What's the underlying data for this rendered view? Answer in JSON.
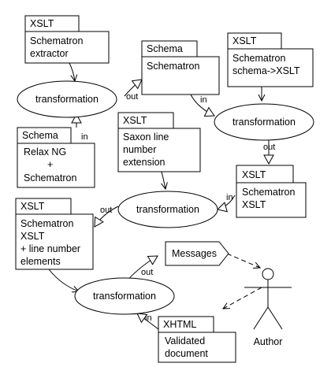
{
  "diagram": {
    "nodes": [
      {
        "id": "xslt-extractor",
        "tab": "XSLT",
        "lines": [
          "Schematron",
          "extractor"
        ]
      },
      {
        "id": "schema-schematron",
        "tab": "Schema",
        "lines": [
          "Schematron"
        ]
      },
      {
        "id": "xslt-schema2xslt",
        "tab": "XSLT",
        "lines": [
          "Schematron",
          "schema->XSLT"
        ]
      },
      {
        "id": "schema-relaxng",
        "tab": "Schema",
        "lines": [
          "Relax NG",
          "+",
          "Schematron"
        ]
      },
      {
        "id": "xslt-saxon",
        "tab": "XSLT",
        "lines": [
          "Saxon line",
          "number",
          "extension"
        ]
      },
      {
        "id": "xslt-schematron",
        "tab": "XSLT",
        "lines": [
          "Schematron",
          "XSLT"
        ]
      },
      {
        "id": "xslt-linenumber",
        "tab": "XSLT",
        "lines": [
          "Schematron",
          "XSLT",
          "+ line number",
          "elements"
        ]
      },
      {
        "id": "xhtml-doc",
        "tab": "XHTML",
        "lines": [
          "Validated",
          "document"
        ]
      }
    ],
    "transformations": [
      {
        "id": "transform-1",
        "label": "transformation"
      },
      {
        "id": "transform-2",
        "label": "transformation"
      },
      {
        "id": "transform-3",
        "label": "transformation"
      },
      {
        "id": "transform-4",
        "label": "transformation"
      }
    ],
    "messages": {
      "label": "Messages"
    },
    "actor": {
      "label": "Author"
    },
    "edge_labels": {
      "in": "in",
      "out": "out"
    }
  }
}
